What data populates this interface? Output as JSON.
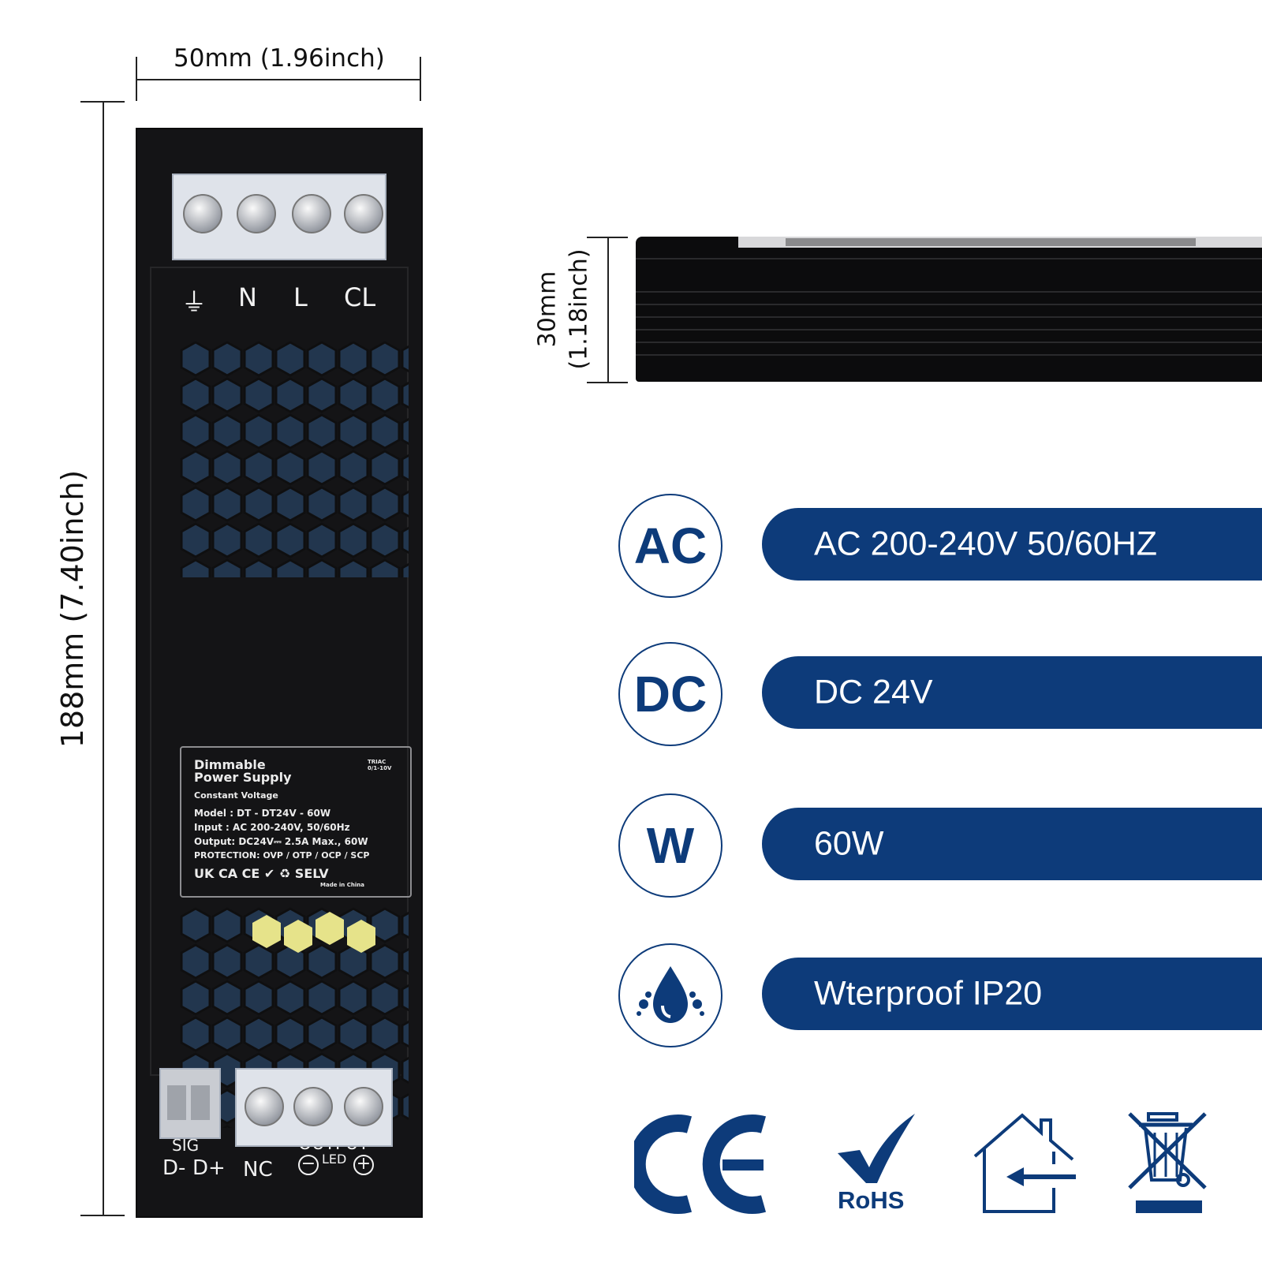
{
  "dimensions": {
    "width": "50mm (1.96inch)",
    "height": "188mm (7.40inch)",
    "depth_mm": "30mm",
    "depth_inch": "(1.18inch)"
  },
  "psu": {
    "input_terminals": [
      "⏚",
      "N",
      "L",
      "CL"
    ],
    "label": {
      "title_line1": "Dimmable",
      "title_line2": "Power Supply",
      "subtitle": "Constant Voltage",
      "dim_modes_line1": "TRIAC",
      "dim_modes_line2": "0/1-10V",
      "model": "Model  : DT - DT24V - 60W",
      "input": "Input   : AC 200-240V,  50/60Hz",
      "output": "Output: DC24V⎓ 2.5A Max.,  60W",
      "protection": "PROTECTION: OVP / OTP / OCP / SCP",
      "marks": "UK CA  CE  ✔  ♻  SELV",
      "made_in": "Made in China"
    },
    "output_block": {
      "sig": "SIG",
      "d_minus": "D-",
      "d_plus": "D+",
      "nc": "NC",
      "output": "OUTPUT",
      "led": "LED",
      "minus": "−",
      "plus": "+"
    }
  },
  "specs": [
    {
      "icon_text": "AC",
      "value": "AC 200-240V 50/60HZ"
    },
    {
      "icon_text": "DC",
      "value": "DC 24V"
    },
    {
      "icon_text": "W",
      "value": "60W"
    },
    {
      "icon_name": "water-drop-icon",
      "value": "Wterproof IP20"
    }
  ],
  "certifications": {
    "ce": "CE",
    "rohs": "RoHS"
  },
  "colors": {
    "brand_blue": "#0d3b7a",
    "psu_body": "#141416"
  }
}
